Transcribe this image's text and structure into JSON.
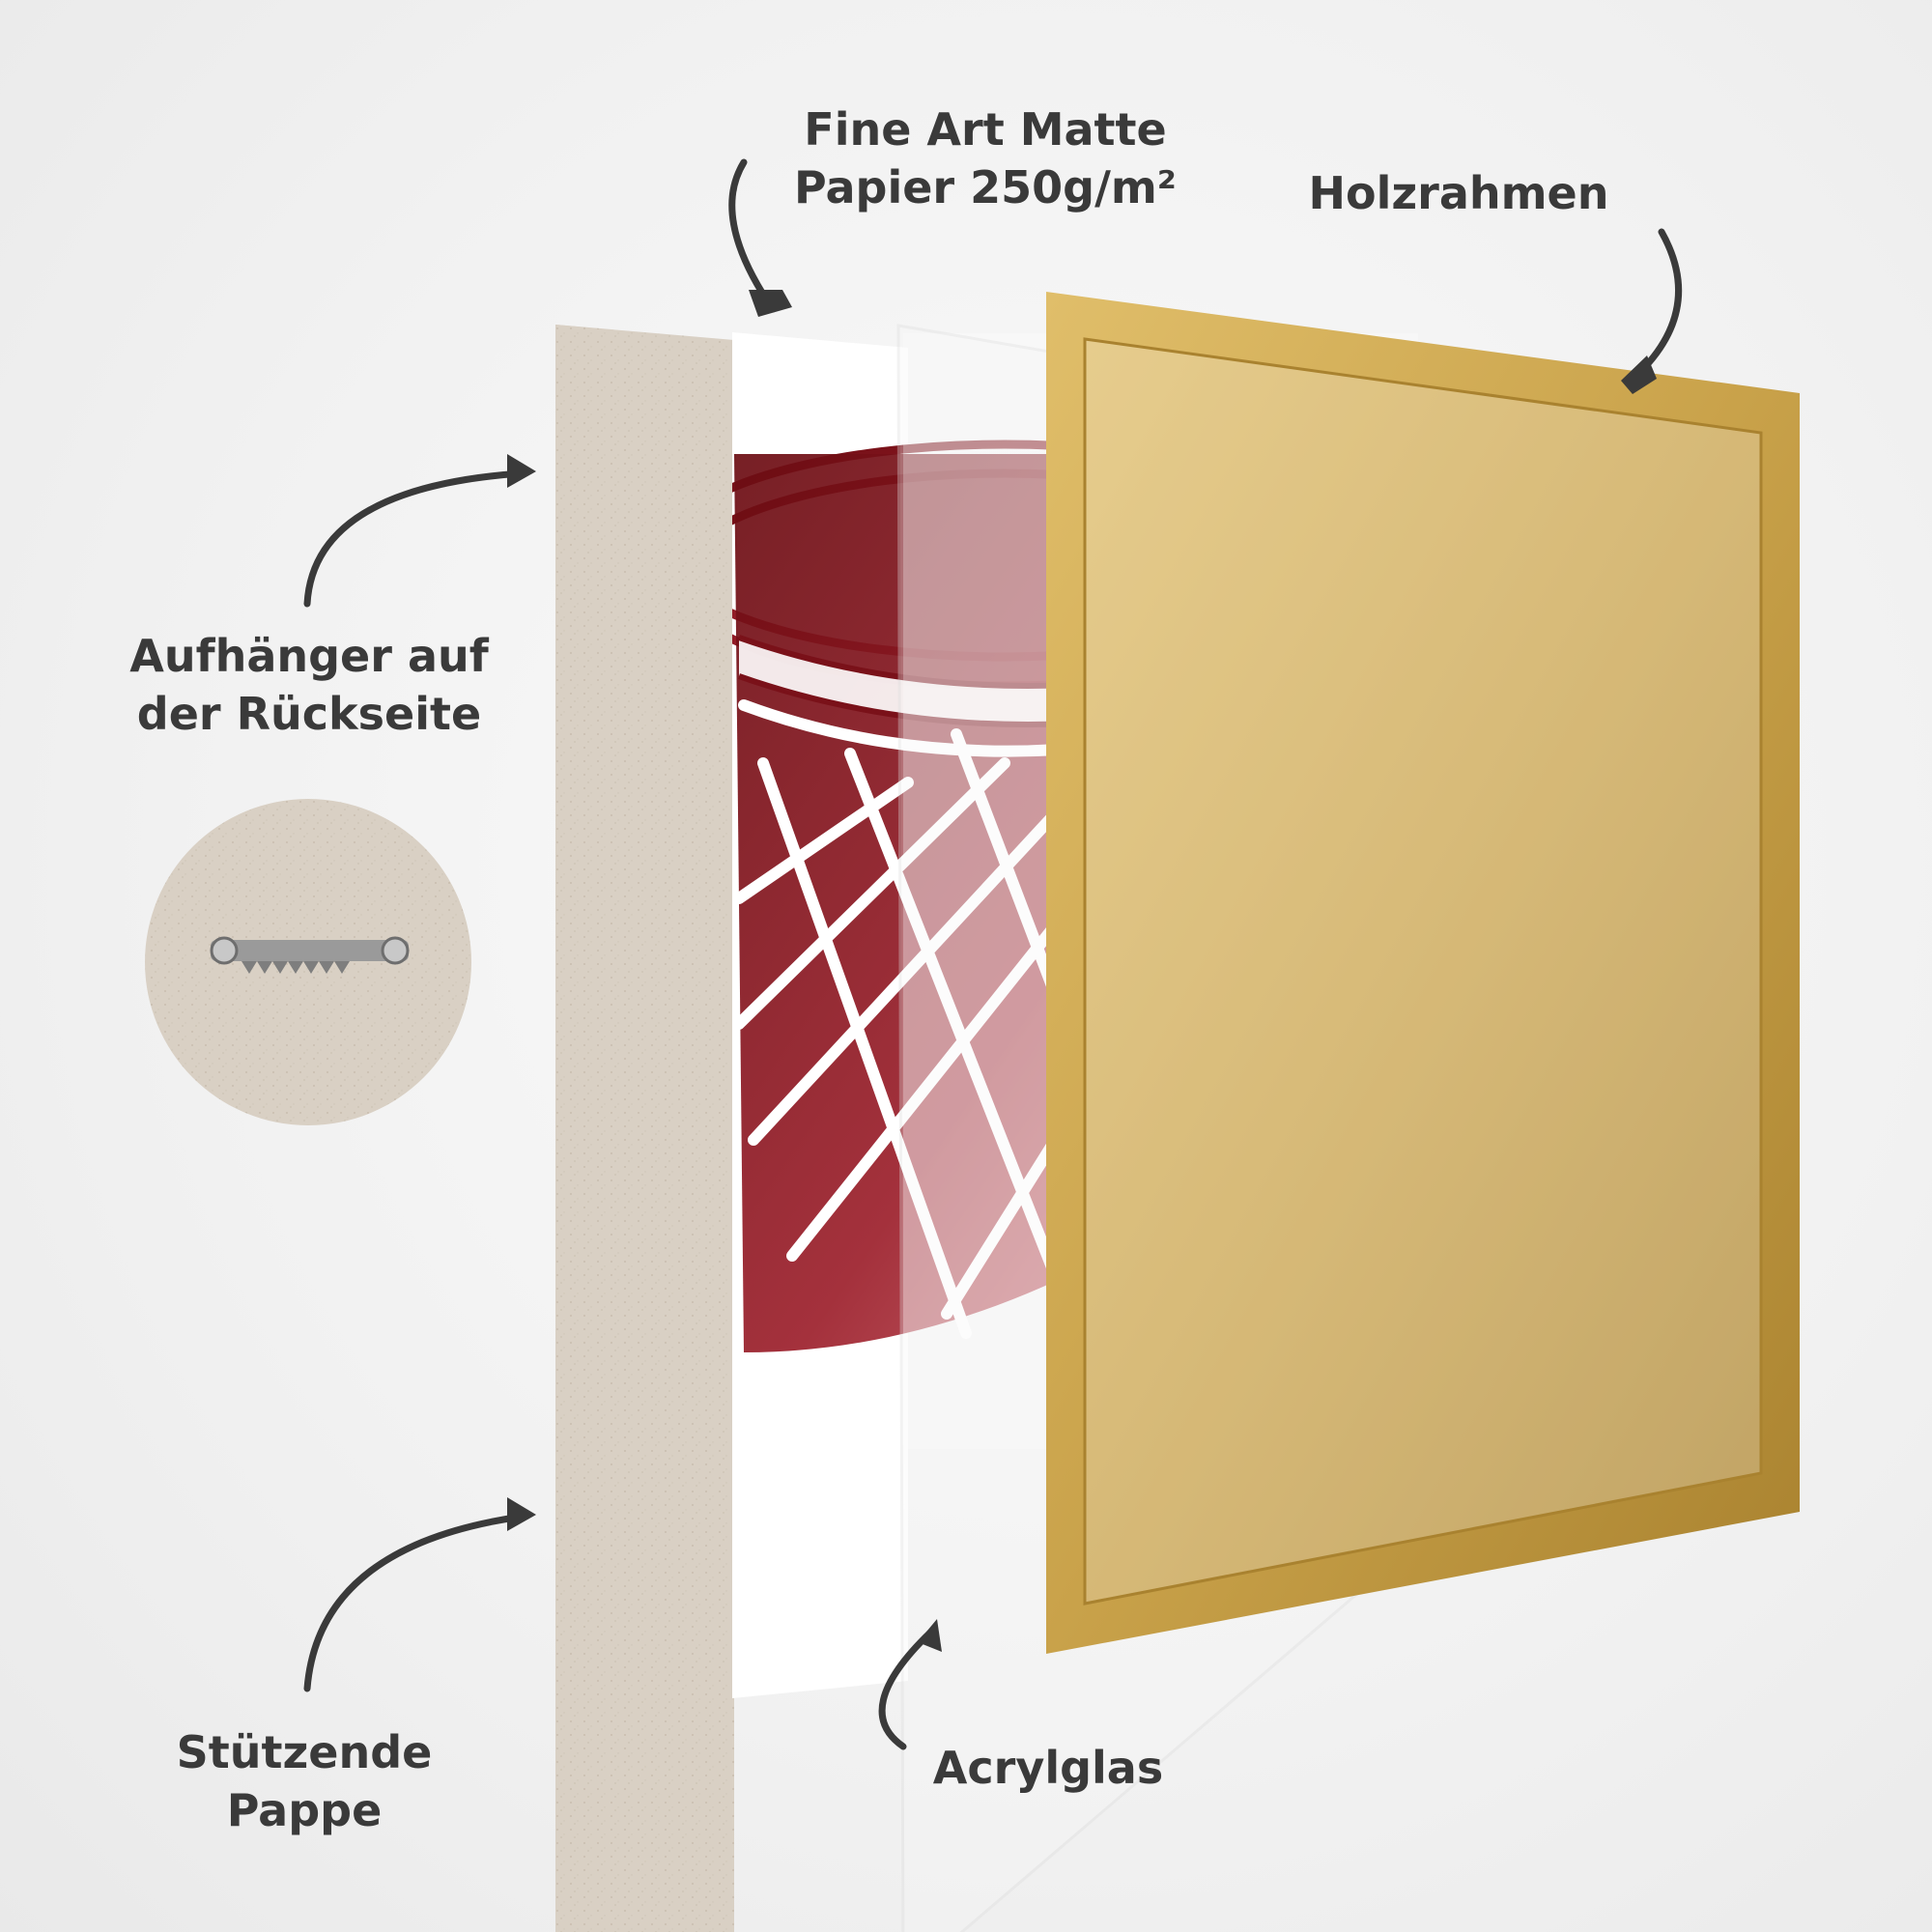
{
  "labels": {
    "paper": {
      "line1": "Fine Art Matte",
      "line2": "Papier 250g/m²"
    },
    "frame": {
      "line1": "Holzrahmen"
    },
    "hanger": {
      "line1": "Aufhänger auf",
      "line2": "der Rückseite"
    },
    "backing": {
      "line1": "Stützende",
      "line2": "Pappe"
    },
    "acrylic": {
      "line1": "Acrylglas"
    }
  },
  "colors": {
    "text": "#3a3a3a",
    "arrow": "#3a3a3a",
    "cardboard": "#d9d0c4",
    "frame_gold": "#c9a24a",
    "artwork_dark": "#6b0c12",
    "artwork_light": "#d8737a"
  },
  "icons": {
    "hanger": "sawtooth-hanger-icon",
    "artwork": "basketball-hoop-illustration"
  }
}
